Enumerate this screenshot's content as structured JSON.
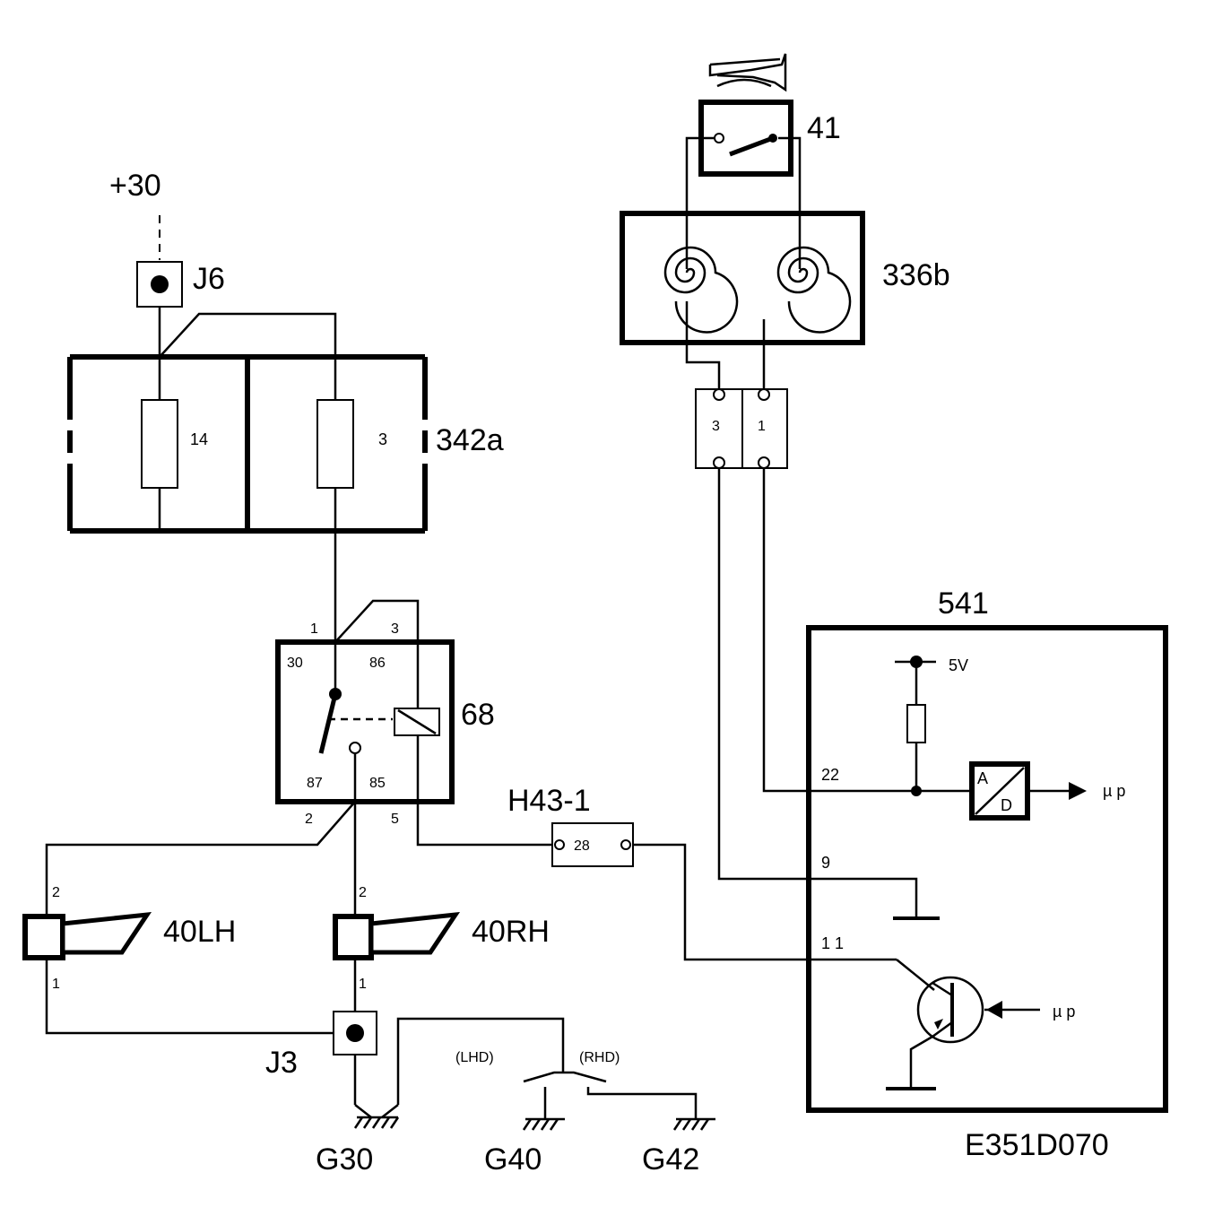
{
  "supply": "+30",
  "connectors": {
    "j6": "J6",
    "j3": "J3",
    "h43": "H43-1",
    "h43_pin": "28",
    "c336_pin_left": "3",
    "c336_pin_right": "1"
  },
  "fusebox": {
    "label": "342a",
    "fuse_left": "14",
    "fuse_right": "3"
  },
  "relay": {
    "label": "68",
    "pin_1": "1",
    "pin_3": "3",
    "pin_2": "2",
    "pin_5": "5",
    "term_30": "30",
    "term_86": "86",
    "term_87": "87",
    "term_85": "85"
  },
  "horns": {
    "lh": "40LH",
    "rh": "40RH",
    "lh_pin_top": "2",
    "lh_pin_bottom": "1",
    "rh_pin_top": "2",
    "rh_pin_bottom": "1"
  },
  "horn_switch": {
    "label": "41"
  },
  "rotary_coupler": {
    "label": "336b"
  },
  "ecu": {
    "label": "541",
    "supply": "5V",
    "pin_22": "22",
    "pin_9": "9",
    "pin_11": "1 1",
    "adc_a": "A",
    "adc_d": "D",
    "mp_top": "µ p",
    "mp_bottom": "µ p"
  },
  "grounds": {
    "g30": "G30",
    "g40": "G40",
    "g42": "G42",
    "lhd": "(LHD)",
    "rhd": "(RHD)"
  },
  "diagram_code": "E351D070"
}
